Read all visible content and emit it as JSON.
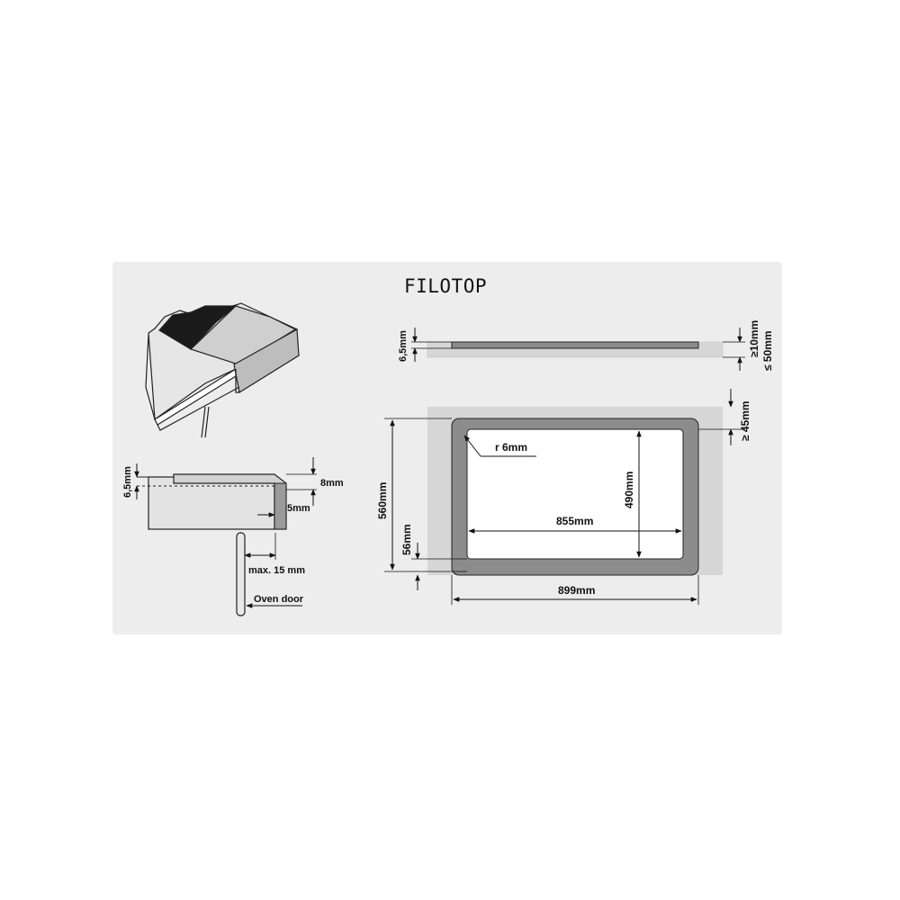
{
  "title": "FILOTOP",
  "labels": {
    "side_thickness": "6,5mm",
    "side_top_gap": "≥10mm",
    "side_depth": "≤ 50mm",
    "top_margin": "≥ 45mm",
    "radius": "r 6mm",
    "outer_depth": "560mm",
    "inner_depth": "490mm",
    "inner_width": "855mm",
    "outer_width": "899mm",
    "bottom_margin": "56mm",
    "detail_thickness": "6,5mm",
    "detail_edge": "8mm",
    "detail_lip": "5mm",
    "oven_gap": "max. 15 mm",
    "oven_door": "Oven door"
  }
}
